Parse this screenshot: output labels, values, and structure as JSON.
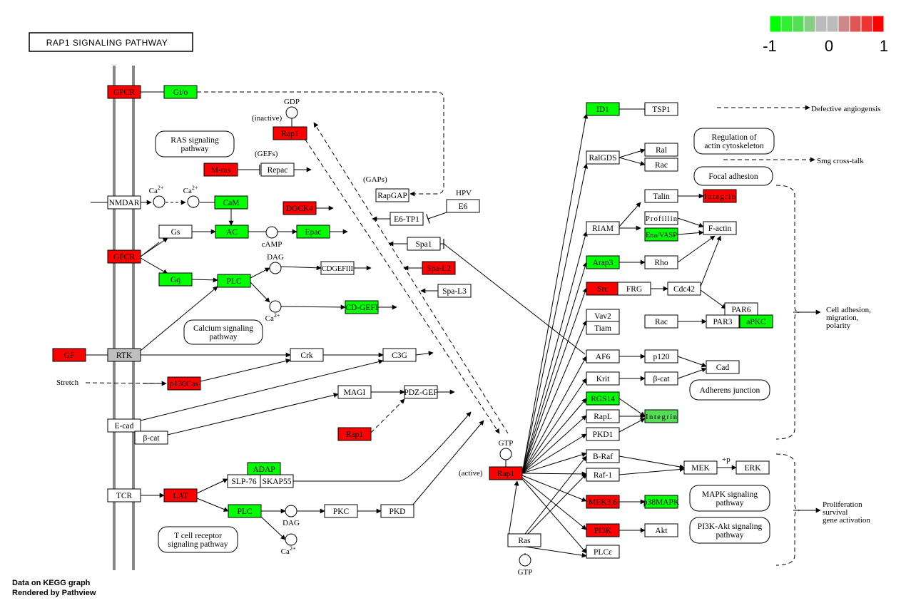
{
  "title": "RAP1 SIGNALING PATHWAY",
  "legend": {
    "colors": [
      "#00ff00",
      "#33ee33",
      "#55dd55",
      "#88cc88",
      "#bbbbbb",
      "#bbbbbb",
      "#cc8888",
      "#dd5555",
      "#ee3333",
      "#ff0000"
    ],
    "labels": [
      "-1",
      "0",
      "1"
    ]
  },
  "colors": {
    "up": "#ff0000",
    "down": "#00ff00",
    "mid": "#55dd55",
    "neutral": "#ffffff",
    "gray": "#bfbfbf"
  },
  "nodes": [
    {
      "id": "gpcr1",
      "label": "GPCR",
      "fill": "up"
    },
    {
      "id": "gio",
      "label": "Gi/o",
      "fill": "down"
    },
    {
      "id": "rap1_in",
      "label": "Rap1",
      "fill": "up"
    },
    {
      "id": "mras",
      "label": "M-ras",
      "fill": "up"
    },
    {
      "id": "repac",
      "label": "Repac",
      "fill": "neutral"
    },
    {
      "id": "rapgap",
      "label": "RapGAP",
      "fill": "neutral"
    },
    {
      "id": "nmdar",
      "label": "NMDAR",
      "fill": "neutral"
    },
    {
      "id": "cam",
      "label": "CaM",
      "fill": "down"
    },
    {
      "id": "dock4",
      "label": "DOCK4",
      "fill": "up"
    },
    {
      "id": "e6tp1",
      "label": "E6-TP1",
      "fill": "neutral"
    },
    {
      "id": "e6",
      "label": "E6",
      "fill": "neutral"
    },
    {
      "id": "gs",
      "label": "Gs",
      "fill": "neutral"
    },
    {
      "id": "ac",
      "label": "AC",
      "fill": "down"
    },
    {
      "id": "epac",
      "label": "Epac",
      "fill": "down"
    },
    {
      "id": "spa1",
      "label": "Spa1",
      "fill": "neutral"
    },
    {
      "id": "gpcr2",
      "label": "GPCR",
      "fill": "up"
    },
    {
      "id": "gq",
      "label": "Gq",
      "fill": "down"
    },
    {
      "id": "plc1",
      "label": "PLC",
      "fill": "down"
    },
    {
      "id": "cdgef3",
      "label": "CDGEFIII",
      "fill": "neutral"
    },
    {
      "id": "spal2",
      "label": "Spa-L2",
      "fill": "up"
    },
    {
      "id": "spal3",
      "label": "Spa-L3",
      "fill": "neutral"
    },
    {
      "id": "cdgef1",
      "label": "CD-GEFI",
      "fill": "down"
    },
    {
      "id": "gf",
      "label": "GF",
      "fill": "up"
    },
    {
      "id": "rtk",
      "label": "RTK",
      "fill": "gray"
    },
    {
      "id": "crk",
      "label": "Crk",
      "fill": "neutral"
    },
    {
      "id": "c3g",
      "label": "C3G",
      "fill": "neutral"
    },
    {
      "id": "p130cas",
      "label": "p130Cas",
      "fill": "up"
    },
    {
      "id": "magi",
      "label": "MAGI",
      "fill": "neutral"
    },
    {
      "id": "pdzgef",
      "label": "PDZ-GEF",
      "fill": "neutral"
    },
    {
      "id": "ecad",
      "label": "E-cad",
      "fill": "neutral"
    },
    {
      "id": "bcat1",
      "label": "β-cat",
      "fill": "neutral"
    },
    {
      "id": "rap1_b",
      "label": "Rap1",
      "fill": "up"
    },
    {
      "id": "adap",
      "label": "ADAP",
      "fill": "down"
    },
    {
      "id": "slp76",
      "label": "SLP-76",
      "fill": "neutral"
    },
    {
      "id": "skap55",
      "label": "SKAP55",
      "fill": "neutral"
    },
    {
      "id": "tcr",
      "label": "TCR",
      "fill": "neutral"
    },
    {
      "id": "lat",
      "label": "LAT",
      "fill": "up"
    },
    {
      "id": "plc2",
      "label": "PLC",
      "fill": "down"
    },
    {
      "id": "pkc",
      "label": "PKC",
      "fill": "neutral"
    },
    {
      "id": "pkd",
      "label": "PKD",
      "fill": "neutral"
    },
    {
      "id": "rap1_act",
      "label": "Rap1",
      "fill": "up"
    },
    {
      "id": "ras",
      "label": "Ras",
      "fill": "neutral"
    },
    {
      "id": "id1",
      "label": "ID1",
      "fill": "down"
    },
    {
      "id": "tsp1",
      "label": "TSP1",
      "fill": "neutral"
    },
    {
      "id": "ralgds",
      "label": "RalGDS",
      "fill": "neutral"
    },
    {
      "id": "ral",
      "label": "Ral",
      "fill": "neutral"
    },
    {
      "id": "rac1",
      "label": "Rac",
      "fill": "neutral"
    },
    {
      "id": "talin",
      "label": "Talin",
      "fill": "neutral"
    },
    {
      "id": "integrin1",
      "label": "Integrin",
      "fill": "up"
    },
    {
      "id": "riam",
      "label": "RIAM",
      "fill": "neutral"
    },
    {
      "id": "profilin",
      "label": "Profillin",
      "fill": "neutral"
    },
    {
      "id": "enavasp",
      "label": "Ena/VASP",
      "fill": "down"
    },
    {
      "id": "factin",
      "label": "F-actin",
      "fill": "neutral"
    },
    {
      "id": "arap3",
      "label": "Arap3",
      "fill": "down"
    },
    {
      "id": "rho",
      "label": "Rho",
      "fill": "neutral"
    },
    {
      "id": "src",
      "label": "Src",
      "fill": "up"
    },
    {
      "id": "frg",
      "label": "FRG",
      "fill": "neutral"
    },
    {
      "id": "cdc42",
      "label": "Cdc42",
      "fill": "neutral"
    },
    {
      "id": "par6",
      "label": "PAR6",
      "fill": "neutral"
    },
    {
      "id": "vav2",
      "label": "Vav2",
      "fill": "neutral"
    },
    {
      "id": "tiam",
      "label": "Tiam",
      "fill": "neutral"
    },
    {
      "id": "rac2",
      "label": "Rac",
      "fill": "neutral"
    },
    {
      "id": "par3",
      "label": "PAR3",
      "fill": "neutral"
    },
    {
      "id": "apkc",
      "label": "aPKC",
      "fill": "down"
    },
    {
      "id": "af6",
      "label": "AF6",
      "fill": "neutral"
    },
    {
      "id": "p120",
      "label": "p120",
      "fill": "neutral"
    },
    {
      "id": "cad",
      "label": "Cad",
      "fill": "neutral"
    },
    {
      "id": "krit",
      "label": "Krit",
      "fill": "neutral"
    },
    {
      "id": "bcat2",
      "label": "β-cat",
      "fill": "neutral"
    },
    {
      "id": "rgs14",
      "label": "RGS14",
      "fill": "down"
    },
    {
      "id": "rapl",
      "label": "RapL",
      "fill": "neutral"
    },
    {
      "id": "integrin2",
      "label": "Integrin",
      "fill": "mid"
    },
    {
      "id": "pkd1",
      "label": "PKD1",
      "fill": "neutral"
    },
    {
      "id": "braf",
      "label": "B-Raf",
      "fill": "neutral"
    },
    {
      "id": "raf1",
      "label": "Raf-1",
      "fill": "neutral"
    },
    {
      "id": "mek",
      "label": "MEK",
      "fill": "neutral"
    },
    {
      "id": "erk",
      "label": "ERK",
      "fill": "neutral"
    },
    {
      "id": "mekk36",
      "label": "MEK3,6",
      "fill": "up"
    },
    {
      "id": "p38",
      "label": "p38MAPK",
      "fill": "down"
    },
    {
      "id": "pi3k",
      "label": "PI3K",
      "fill": "up"
    },
    {
      "id": "akt",
      "label": "Akt",
      "fill": "neutral"
    },
    {
      "id": "plce",
      "label": "PLCε",
      "fill": "neutral"
    }
  ],
  "pathways": [
    {
      "id": "ras_path",
      "lines": [
        "RAS signaling",
        "pathway"
      ]
    },
    {
      "id": "ca_path",
      "lines": [
        "Calcium signaling",
        "pathway"
      ]
    },
    {
      "id": "tcr_path",
      "lines": [
        "T cell receptor",
        "signaling pathway"
      ]
    },
    {
      "id": "actin_path",
      "lines": [
        "Regulation of",
        "actin cytoskeleton"
      ]
    },
    {
      "id": "focal_path",
      "lines": [
        "Focal adhesion"
      ]
    },
    {
      "id": "adherens_path",
      "lines": [
        "Adherens junction"
      ]
    },
    {
      "id": "mapk_path",
      "lines": [
        "MAPK signaling",
        "pathway"
      ]
    },
    {
      "id": "pi3k_path",
      "lines": [
        "PI3K-Akt signaling",
        "pathway"
      ]
    }
  ],
  "compounds": [
    {
      "id": "gdp",
      "label": "GDP"
    },
    {
      "id": "ca1",
      "label": "Ca2+"
    },
    {
      "id": "ca2",
      "label": "Ca2+"
    },
    {
      "id": "camp",
      "label": "cAMP"
    },
    {
      "id": "dag1",
      "label": "DAG"
    },
    {
      "id": "ca3",
      "label": "Ca2+"
    },
    {
      "id": "dag2",
      "label": "DAG"
    },
    {
      "id": "ca4",
      "label": "Ca2+"
    },
    {
      "id": "gtp1",
      "label": "GTP"
    },
    {
      "id": "gtp2",
      "label": "GTP"
    }
  ],
  "labels": [
    {
      "id": "inactive",
      "text": "(inactive)"
    },
    {
      "id": "gefs",
      "text": "(GEFs)"
    },
    {
      "id": "gaps",
      "text": "(GAPs)"
    },
    {
      "id": "hpv",
      "text": "HPV"
    },
    {
      "id": "stretch",
      "text": "Stretch"
    },
    {
      "id": "active",
      "text": "(active)"
    },
    {
      "id": "plusp",
      "text": "+p"
    },
    {
      "id": "defective",
      "text": "Defective angiogensis"
    },
    {
      "id": "smg",
      "text": "Smg cross-talk"
    },
    {
      "id": "celladh",
      "text": "Cell adhesion,\nmigration,\npolarity"
    },
    {
      "id": "prolif",
      "text": "Proliferation\nsurvival\ngene activation"
    }
  ],
  "footer": {
    "line1": "Data on KEGG graph",
    "line2": "Rendered by Pathview"
  }
}
